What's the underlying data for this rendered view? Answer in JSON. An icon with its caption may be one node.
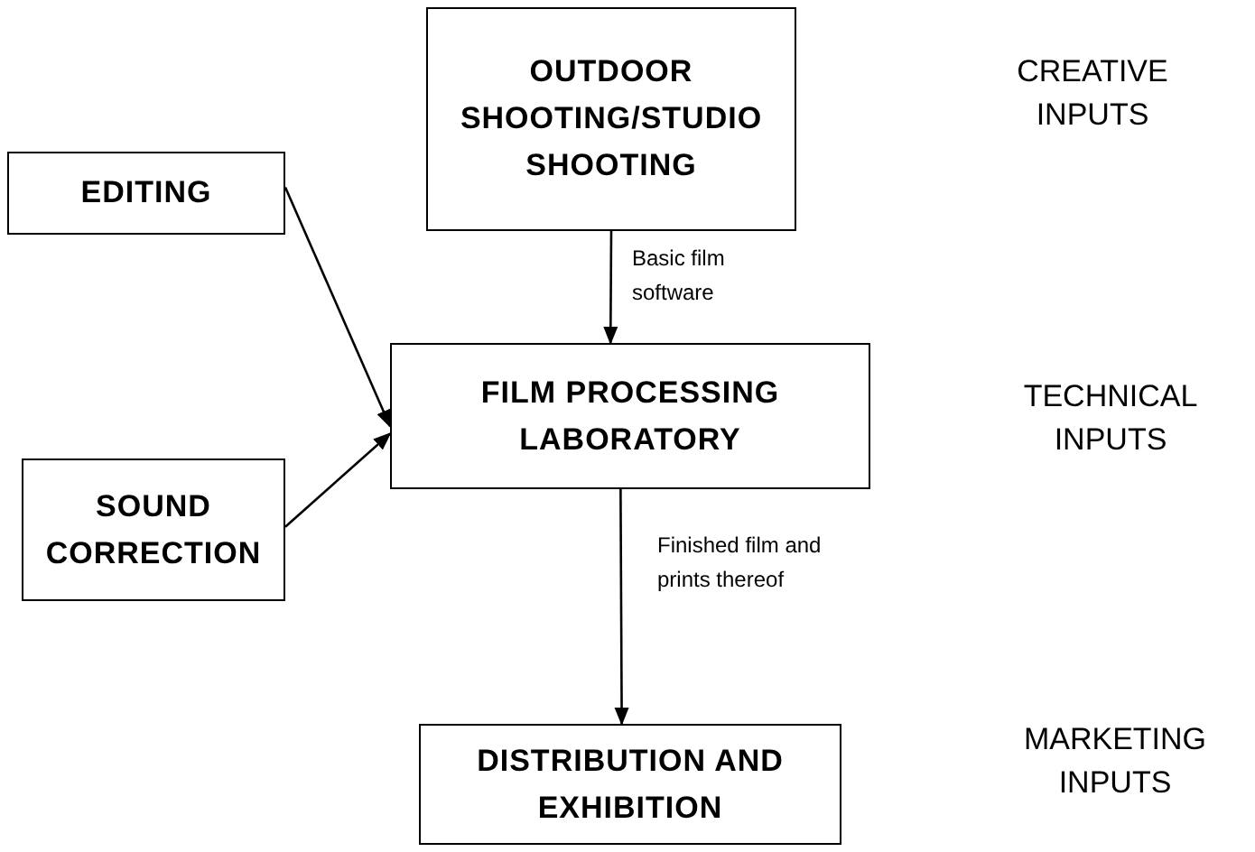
{
  "diagram": {
    "nodes": [
      {
        "text": [
          "OUTDOOR SHOOTING/STUDIO SHOOTING"
        ]
      },
      {
        "text": [
          "EDITING"
        ]
      },
      {
        "text": [
          "FILM PROCESSING LABORATORY"
        ]
      },
      {
        "text": [
          "SOUND CORRECTION"
        ]
      },
      {
        "text": [
          "DISTRIBUTION AND EXHIBITION"
        ]
      }
    ],
    "edges": [
      {
        "from": 0,
        "to": 2,
        "arrow": "to",
        "label": "Basic film software"
      },
      {
        "from": 1,
        "to": 2,
        "arrow": "to"
      },
      {
        "from": 3,
        "to": 2,
        "arrow": "to"
      },
      {
        "from": 2,
        "to": 4,
        "arrow": "to",
        "label": "Finished film and prints thereof"
      }
    ],
    "labels": [
      "CREATIVE INPUTS",
      "TECHNICAL INPUTS",
      "MARKETING INPUTS"
    ]
  }
}
